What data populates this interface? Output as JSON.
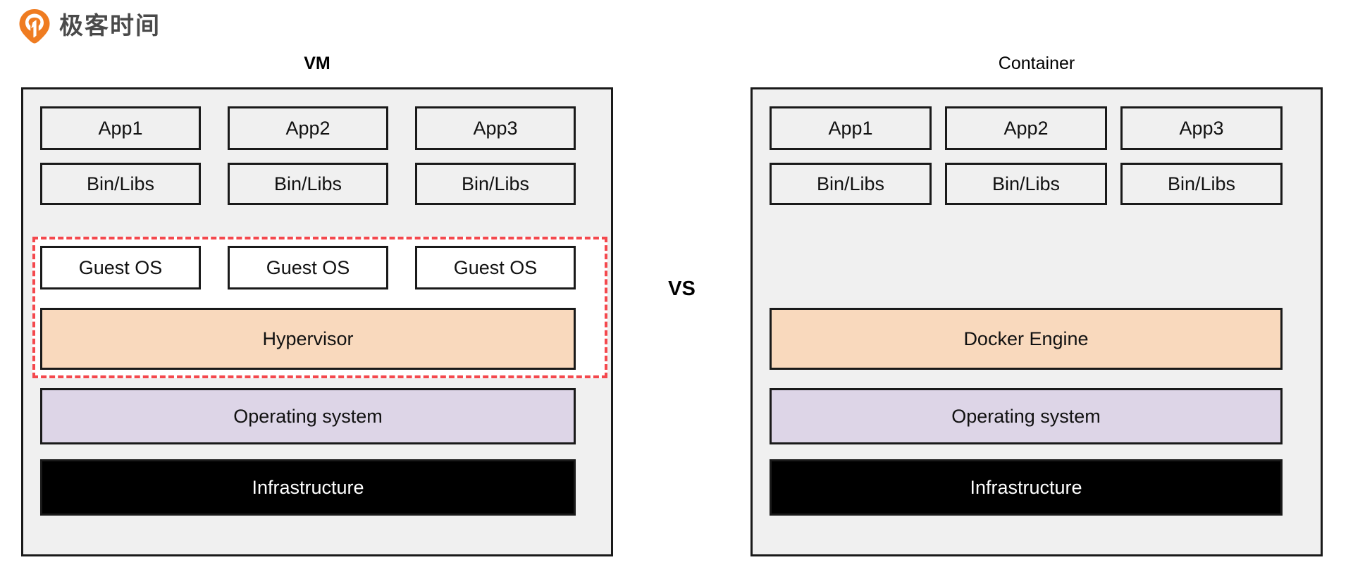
{
  "brand": {
    "logo_icon": "geekbang-logo-icon",
    "name": "极客时间",
    "logo_color": "#ef7c21"
  },
  "comparison": {
    "separator_label": "VS",
    "highlight_color": "#f4484d"
  },
  "colors": {
    "panel_background": "#f0f0f0",
    "box_background": "#f0f0f0",
    "guest_background": "#ffffff",
    "engine_background": "#f9d9bd",
    "os_background": "#ddd5e7",
    "infra_background": "#000000",
    "border": "#1a1a1a"
  },
  "left_column": {
    "title": "VM",
    "apps": [
      "App1",
      "App2",
      "App3"
    ],
    "libs": [
      "Bin/Libs",
      "Bin/Libs",
      "Bin/Libs"
    ],
    "guest_os": [
      "Guest OS",
      "Guest OS",
      "Guest OS"
    ],
    "engine": "Hypervisor",
    "operating_system": "Operating system",
    "infrastructure": "Infrastructure"
  },
  "right_column": {
    "title": "Container",
    "apps": [
      "App1",
      "App2",
      "App3"
    ],
    "libs": [
      "Bin/Libs",
      "Bin/Libs",
      "Bin/Libs"
    ],
    "engine": "Docker Engine",
    "operating_system": "Operating system",
    "infrastructure": "Infrastructure"
  }
}
